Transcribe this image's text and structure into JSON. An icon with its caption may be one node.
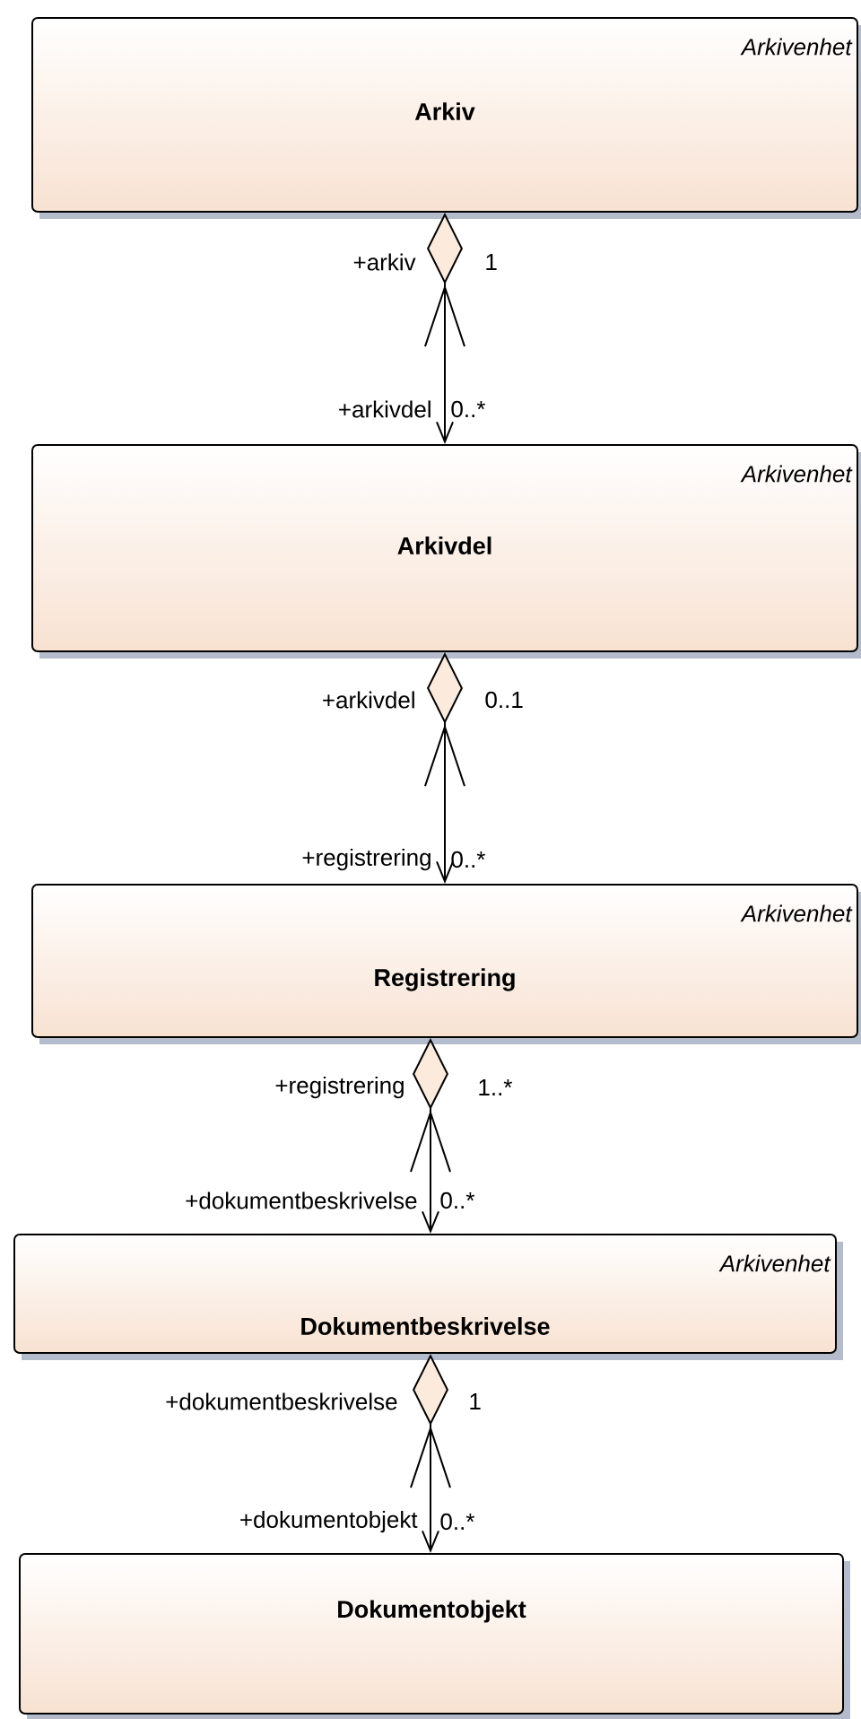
{
  "diagram": {
    "nodes": [
      {
        "text": [
          "Arkivenhet",
          "Arkiv"
        ]
      },
      {
        "text": [
          "Arkivenhet",
          "Arkivdel"
        ]
      },
      {
        "text": [
          "Arkivenhet",
          "Registrering"
        ]
      },
      {
        "text": [
          "Arkivenhet",
          "Dokumentbeskrivelse"
        ]
      },
      {
        "text": [
          "Dokumentobjekt"
        ]
      }
    ],
    "edges": [
      {
        "from": 0,
        "to": 1,
        "arrow": "both"
      },
      {
        "from": 1,
        "to": 2,
        "arrow": "both"
      },
      {
        "from": 2,
        "to": 3,
        "arrow": "both"
      },
      {
        "from": 3,
        "to": 4,
        "arrow": "both"
      }
    ],
    "labels": [
      "+arkiv",
      "1",
      "+arkivdel",
      "0..*",
      "+arkivdel",
      "0..1",
      "+registrering",
      "0..*",
      "+registrering",
      "1..*",
      "+dokumentbeskrivelse",
      "0..*",
      "+dokumentbeskrivelse",
      "1",
      "+dokumentobjekt",
      "0..*"
    ]
  }
}
